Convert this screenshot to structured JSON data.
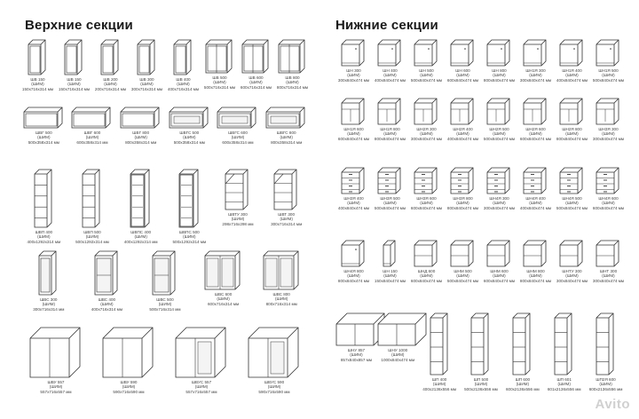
{
  "upper_title": "Верхние секции",
  "lower_title": "Нижние секции",
  "watermark": "Avito",
  "upper_rows": [
    {
      "items": [
        {
          "t": "tall",
          "c": [
            "ШВ 150",
            "(ШИМ)",
            "150х716х314 мм"
          ]
        },
        {
          "t": "tall",
          "c": [
            "ШВ 150",
            "(ШИМ)",
            "150х716х314 мм"
          ]
        },
        {
          "t": "tall",
          "c": [
            "ШВ 200",
            "(ШИМ)",
            "200х716х314 мм"
          ]
        },
        {
          "t": "tall",
          "c": [
            "ШВ 300",
            "(ШИМ)",
            "300х716х314 мм"
          ]
        },
        {
          "t": "tall",
          "c": [
            "ШВ 400",
            "(ШИМ)",
            "400х716х314 мм"
          ]
        },
        {
          "t": "tall2",
          "c": [
            "ШВ 500",
            "(ШИМ)",
            "500х716х314 мм"
          ]
        },
        {
          "t": "tall2",
          "c": [
            "ШВ 600",
            "(ШИМ)",
            "600х716х314 мм"
          ]
        },
        {
          "t": "tall2",
          "c": [
            "ШВ 800",
            "(ШИМ)",
            "800х716х314 мм"
          ]
        }
      ]
    },
    {
      "items": [
        {
          "t": "wide",
          "c": [
            "ШВГ 500",
            "(ШИМ)",
            "500х358х314 мм"
          ]
        },
        {
          "t": "wide",
          "c": [
            "ШВГ 600",
            "(ШИМ)",
            "600х358х314 мм"
          ]
        },
        {
          "t": "wide",
          "c": [
            "ШВГ 800",
            "(ШИМ)",
            "800х358х314 мм"
          ]
        },
        {
          "t": "wideg",
          "c": [
            "ШВГС 500",
            "(ШИМ)",
            "500х358х314 мм"
          ]
        },
        {
          "t": "wideg",
          "c": [
            "ШВГС 600",
            "(ШИМ)",
            "600х358х314 мм"
          ]
        },
        {
          "t": "wideg",
          "c": [
            "ШВГС 800",
            "(ШИМ)",
            "800х358х314 мм"
          ]
        }
      ]
    },
    {
      "items": [
        {
          "t": "shelf",
          "c": [
            "ШВП 400",
            "(ШИМ)",
            "400х1292х314 мм"
          ]
        },
        {
          "t": "shelf",
          "c": [
            "ШВП 500",
            "(ШИМ)",
            "500х1292х314 мм"
          ]
        },
        {
          "t": "shelfg",
          "c": [
            "ШВПС 400",
            "(ШИМ)",
            "400х1292х314 мм"
          ]
        },
        {
          "t": "shelfg",
          "c": [
            "ШВПС 500",
            "(ШИМ)",
            "500х1292х314 мм"
          ]
        },
        {
          "t": "corner",
          "c": [
            "ШВТУ 300",
            "(ШИМ)",
            "298х716х298 мм"
          ]
        },
        {
          "t": "corner",
          "c": [
            "ШВТ 300",
            "(ШИМ)",
            "300х716х314 мм"
          ]
        }
      ]
    },
    {
      "items": [
        {
          "t": "glass",
          "c": [
            "ШВС 300",
            "(ШИМ)",
            "300х716х314 мм"
          ]
        },
        {
          "t": "glass2",
          "c": [
            "ШВС 400",
            "(ШИМ)",
            "400х716х314 мм"
          ]
        },
        {
          "t": "glass2",
          "c": [
            "ШВС 500",
            "(ШИМ)",
            "500х716х314 мм"
          ]
        },
        {
          "t": "glass3",
          "c": [
            "ШВС 600",
            "(ШИМ)",
            "600х716х314 мм"
          ]
        },
        {
          "t": "glass3",
          "c": [
            "ШВС 800",
            "(ШИМ)",
            "800х716х314 мм"
          ]
        }
      ]
    },
    {
      "items": [
        {
          "t": "angle",
          "c": [
            "ШВУ 557",
            "(ШИМ)",
            "557х716х557 мм"
          ]
        },
        {
          "t": "angle",
          "c": [
            "ШВУ 590",
            "(ШИМ)",
            "590х716х590 мм"
          ]
        },
        {
          "t": "angleg",
          "c": [
            "ШВУС 557",
            "(ШИМ)",
            "557х716х557 мм"
          ]
        },
        {
          "t": "angleg",
          "c": [
            "ШВУС 590",
            "(ШИМ)",
            "590х716х590 мм"
          ]
        }
      ]
    }
  ],
  "lower_rows": [
    {
      "items": [
        {
          "t": "base",
          "c": [
            "ШН 300",
            "(ШИМ)",
            "300х840х474 мм"
          ]
        },
        {
          "t": "base",
          "c": [
            "ШН 400",
            "(ШИМ)",
            "400х840х474 мм"
          ]
        },
        {
          "t": "base",
          "c": [
            "ШН 500",
            "(ШИМ)",
            "500х840х474 мм"
          ]
        },
        {
          "t": "base",
          "c": [
            "ШН 600",
            "(ШИМ)",
            "600х840х474 мм"
          ]
        },
        {
          "t": "base",
          "c": [
            "ШН 800",
            "(ШИМ)",
            "800х840х474 мм"
          ]
        },
        {
          "t": "base",
          "c": [
            "ШН1Я 300",
            "(ШИМ)",
            "300х840х474 мм"
          ]
        },
        {
          "t": "base",
          "c": [
            "ШН1Я 400",
            "(ШИМ)",
            "400х840х474 мм"
          ]
        },
        {
          "t": "base",
          "c": [
            "ШН1Я 500",
            "(ШИМ)",
            "500х840х474 мм"
          ]
        }
      ]
    },
    {
      "items": [
        {
          "t": "base2",
          "c": [
            "ШН1Я 600",
            "(ШИМ)",
            "600х840х474 мм"
          ]
        },
        {
          "t": "base2",
          "c": [
            "ШН1Я 800",
            "(ШИМ)",
            "800х840х474 мм"
          ]
        },
        {
          "t": "base2",
          "c": [
            "ШН2Я 300",
            "(ШИМ)",
            "300х840х474 мм"
          ]
        },
        {
          "t": "base2",
          "c": [
            "ШН2Я 400",
            "(ШИМ)",
            "400х840х474 мм"
          ]
        },
        {
          "t": "base2",
          "c": [
            "ШН2Я 500",
            "(ШИМ)",
            "500х840х474 мм"
          ]
        },
        {
          "t": "base2",
          "c": [
            "ШН2Я 600",
            "(ШИМ)",
            "600х840х474 мм"
          ]
        },
        {
          "t": "base2",
          "c": [
            "ШН2Я 800",
            "(ШИМ)",
            "800х840х474 мм"
          ]
        },
        {
          "t": "base2",
          "c": [
            "ШН3Я 300",
            "(ШИМ)",
            "300х840х474 мм"
          ]
        }
      ]
    },
    {
      "items": [
        {
          "t": "drawers",
          "c": [
            "ШН3Я 400",
            "(ШИМ)",
            "400х840х474 мм"
          ]
        },
        {
          "t": "drawers",
          "c": [
            "ШН3Я 500",
            "(ШИМ)",
            "500х840х474 мм"
          ]
        },
        {
          "t": "drawers",
          "c": [
            "ШН3Я 600",
            "(ШИМ)",
            "600х840х474 мм"
          ]
        },
        {
          "t": "drawers",
          "c": [
            "ШН3Я 800",
            "(ШИМ)",
            "800х840х474 мм"
          ]
        },
        {
          "t": "drawers",
          "c": [
            "ШН4Я 300",
            "(ШИМ)",
            "300х840х474 мм"
          ]
        },
        {
          "t": "drawers",
          "c": [
            "ШН4Я 400",
            "(ШИМ)",
            "400х840х474 мм"
          ]
        },
        {
          "t": "drawers",
          "c": [
            "ШН4Я 500",
            "(ШИМ)",
            "500х840х474 мм"
          ]
        },
        {
          "t": "drawers",
          "c": [
            "ШН4Я 600",
            "(ШИМ)",
            "600х840х474 мм"
          ]
        }
      ]
    },
    {
      "items": [
        {
          "t": "base",
          "c": [
            "ШН4Я 800",
            "(ШИМ)",
            "800х840х474 мм"
          ]
        },
        {
          "t": "narrow",
          "c": [
            "ШН 150",
            "(ШИМ)",
            "150х840х474 мм"
          ]
        },
        {
          "t": "open",
          "c": [
            "ШНД 600",
            "(ШИМ)",
            "600х840х474 мм"
          ]
        },
        {
          "t": "open",
          "c": [
            "ШНМ 500",
            "(ШИМ)",
            "500х840х474 мм"
          ]
        },
        {
          "t": "open",
          "c": [
            "ШНМ 600",
            "(ШИМ)",
            "600х840х474 мм"
          ]
        },
        {
          "t": "open",
          "c": [
            "ШНМ 800",
            "(ШИМ)",
            "800х840х474 мм"
          ]
        },
        {
          "t": "open",
          "c": [
            "ШНТУ 300",
            "(ШИМ)",
            "300х840х474 мм"
          ]
        },
        {
          "t": "open",
          "c": [
            "ШНТ 300",
            "(ШИМ)",
            "300х840х474 мм"
          ]
        }
      ]
    },
    {
      "items": [
        {
          "t": "lcorner",
          "c": [
            "ШНУ 857",
            "(ШИМ)",
            "857х840х857 мм"
          ]
        },
        {
          "t": "lcorner",
          "c": [
            "ШНУ 1000",
            "(ШИМ)",
            "1000х840х474 мм"
          ]
        },
        {
          "t": "column",
          "c": [
            "ШП 400",
            "(ШИМ)",
            "400х2136х556 мм"
          ]
        },
        {
          "t": "column",
          "c": [
            "ШП 500",
            "(ШИМ)",
            "500х2136х556 мм"
          ]
        },
        {
          "t": "column",
          "c": [
            "ШП 600",
            "(ШИМ)",
            "600х2136х556 мм"
          ]
        },
        {
          "t": "column",
          "c": [
            "ШП 601",
            "(ШИМ)",
            "601х2136х556 мм"
          ]
        },
        {
          "t": "column",
          "c": [
            "ШП2Я 600",
            "(ШИМ)",
            "600х2136х556 мм"
          ]
        }
      ]
    }
  ]
}
